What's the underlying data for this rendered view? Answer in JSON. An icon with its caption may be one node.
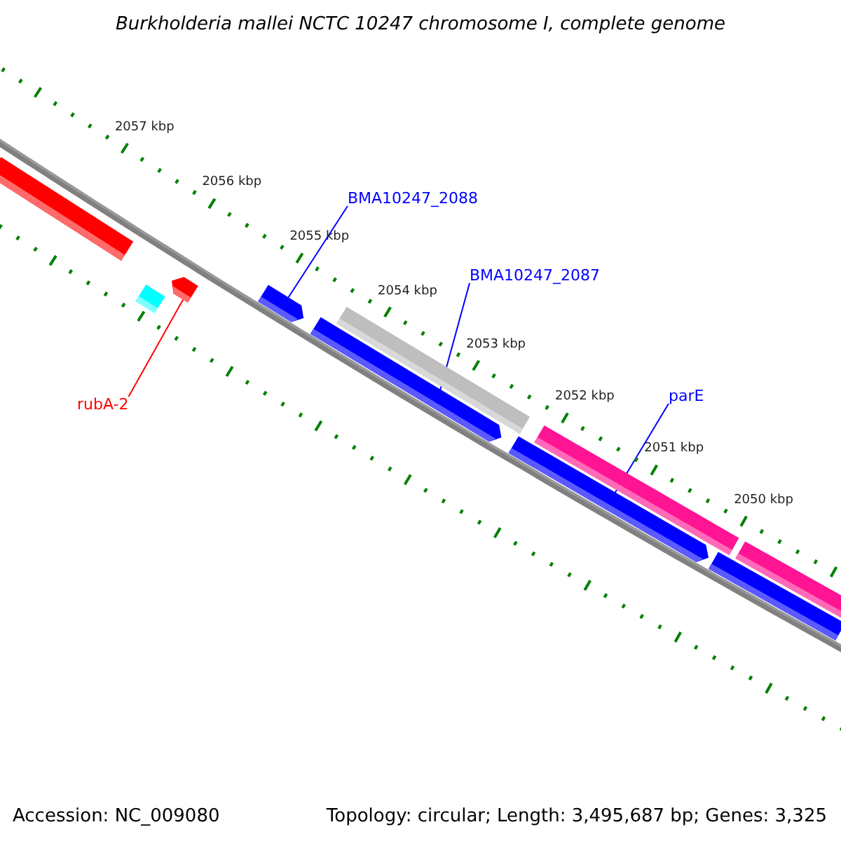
{
  "diagram": {
    "title": "Burkholderia mallei NCTC 10247 chromosome I, complete genome",
    "nodes": [
      {
        "text": [
          "BMA10247_2088"
        ]
      },
      {
        "text": [
          "BMA10247_2087"
        ]
      },
      {
        "text": [
          "parE"
        ]
      },
      {
        "text": [
          "rubA-2"
        ]
      },
      {
        "text": [],
        "shape": "bar"
      },
      {
        "text": [],
        "shape": "arrow"
      },
      {
        "text": [],
        "shape": "box"
      },
      {
        "text": [],
        "shape": "arrow"
      },
      {
        "text": [],
        "shape": "bar"
      },
      {
        "text": [],
        "shape": "arrow"
      },
      {
        "text": [],
        "shape": "bar"
      },
      {
        "text": [],
        "shape": "arrow"
      },
      {
        "text": [],
        "shape": "bar"
      },
      {
        "text": [],
        "shape": "bar"
      }
    ],
    "edges": [
      {
        "from": 0,
        "to": 7,
        "arrow": "none"
      },
      {
        "from": 1,
        "to": 9,
        "arrow": "none"
      },
      {
        "from": 2,
        "to": 11,
        "arrow": "none"
      },
      {
        "from": 3,
        "to": 5,
        "arrow": "none",
        "color": "#ff0000"
      }
    ],
    "labels": [
      "2057 kbp",
      "2056 kbp",
      "2055 kbp",
      "2054 kbp",
      "2053 kbp",
      "2052 kbp",
      "2051 kbp",
      "2050 kbp",
      "Accession: NC_009080",
      "Topology: circular; Length: 3,495,687 bp; Genes: 3,325"
    ]
  }
}
